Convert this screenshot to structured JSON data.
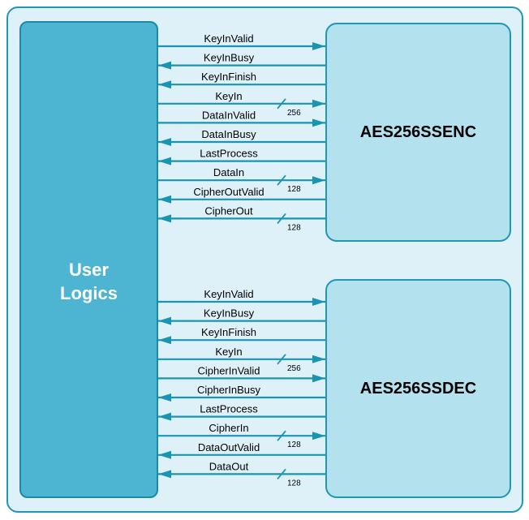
{
  "user_block": {
    "label": "User\nLogics"
  },
  "encoder": {
    "title": "AES256SSENC",
    "signals": [
      {
        "name": "KeyInValid",
        "dir": "right",
        "width": ""
      },
      {
        "name": "KeyInBusy",
        "dir": "left",
        "width": ""
      },
      {
        "name": "KeyInFinish",
        "dir": "left",
        "width": ""
      },
      {
        "name": "KeyIn",
        "dir": "right",
        "width": "256"
      },
      {
        "name": "DataInValid",
        "dir": "right",
        "width": ""
      },
      {
        "name": "DataInBusy",
        "dir": "left",
        "width": ""
      },
      {
        "name": "LastProcess",
        "dir": "left",
        "width": ""
      },
      {
        "name": "DataIn",
        "dir": "right",
        "width": "128"
      },
      {
        "name": "CipherOutValid",
        "dir": "left",
        "width": ""
      },
      {
        "name": "CipherOut",
        "dir": "left",
        "width": "128"
      }
    ]
  },
  "decoder": {
    "title": "AES256SSDEC",
    "signals": [
      {
        "name": "KeyInValid",
        "dir": "right",
        "width": ""
      },
      {
        "name": "KeyInBusy",
        "dir": "left",
        "width": ""
      },
      {
        "name": "KeyInFinish",
        "dir": "left",
        "width": ""
      },
      {
        "name": "KeyIn",
        "dir": "right",
        "width": "256"
      },
      {
        "name": "CipherInValid",
        "dir": "right",
        "width": ""
      },
      {
        "name": "CipherInBusy",
        "dir": "left",
        "width": ""
      },
      {
        "name": "LastProcess",
        "dir": "left",
        "width": ""
      },
      {
        "name": "CipherIn",
        "dir": "right",
        "width": "128"
      },
      {
        "name": "DataOutValid",
        "dir": "left",
        "width": ""
      },
      {
        "name": "DataOut",
        "dir": "left",
        "width": "128"
      }
    ]
  },
  "colors": {
    "wire": "#1a94b3",
    "outer_fill": "#dff1f8",
    "user_fill": "#4db4d1",
    "core_fill": "#b3e1ee"
  }
}
